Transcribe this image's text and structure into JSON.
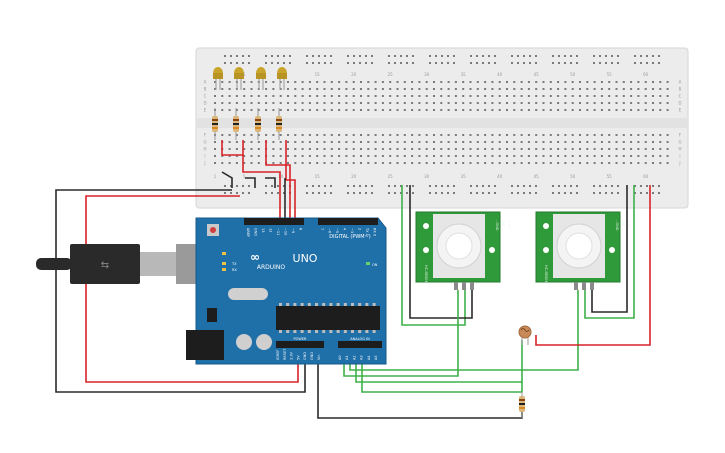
{
  "breadboard": {
    "row_letters_top": [
      "A",
      "B",
      "C",
      "D",
      "E"
    ],
    "row_letters_bottom": [
      "F",
      "G",
      "H",
      "I",
      "J"
    ],
    "column_numbers": [
      "1",
      "5",
      "10",
      "15",
      "20",
      "25",
      "30",
      "35",
      "40",
      "45",
      "50",
      "55",
      "60"
    ]
  },
  "arduino": {
    "logo": "ARDUINO",
    "model": "UNO",
    "digital_label": "DIGITAL (PWM~)",
    "power_label": "POWER",
    "analog_label": "ANALOG IN",
    "on_label": "ON",
    "tx_label": "TX",
    "rx_label": "RX",
    "header_pins": [
      "AREF",
      "GND",
      "13",
      "12",
      "~11",
      "~10",
      "~9",
      "8",
      "7",
      "~6",
      "~5",
      "4",
      "~3",
      "2",
      "TX 1",
      "RX 0"
    ],
    "power_pins": [
      "IOREF",
      "RESET",
      "3.3V",
      "5V",
      "GND",
      "GND",
      "Vin"
    ],
    "analog_pins": [
      "A0",
      "A1",
      "A2",
      "A3",
      "A4",
      "A5"
    ]
  },
  "pir_sensors": [
    {
      "pins": [
        "- GND",
        "OUT",
        "+ 5V"
      ],
      "side_label": "HC-SR501"
    },
    {
      "pins": [
        "- GND",
        "OUT",
        "+ 5V"
      ],
      "side_label": "HC-SR501"
    }
  ],
  "colors": {
    "wire_red": "#d8232a",
    "wire_black": "#2a2a2a",
    "wire_green": "#3fb14a",
    "arduino_blue": "#1f6fa8",
    "pir_green": "#2f9a3a",
    "breadboard": "#ececec",
    "led_yellow": "#c8a52a"
  }
}
